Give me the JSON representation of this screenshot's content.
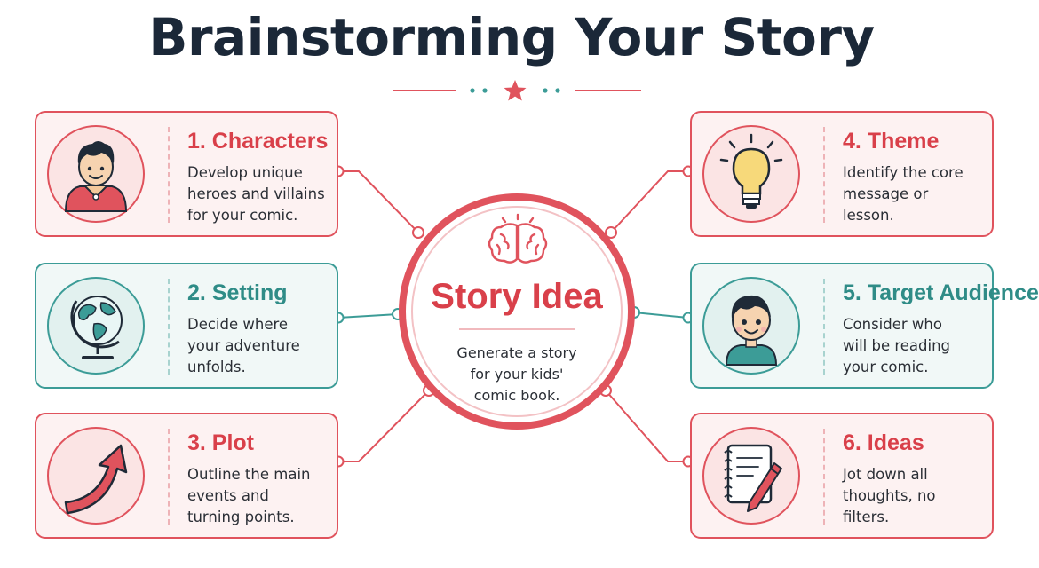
{
  "title": "Brainstorming Your Story",
  "colors": {
    "red": "#e0535d",
    "teal": "#3c9c97",
    "dark": "#1b2838"
  },
  "center": {
    "title": "Story Idea",
    "description": [
      "Generate a story",
      "for your kids'",
      "comic book."
    ],
    "icon": "brain-icon"
  },
  "cards": [
    {
      "id": "characters",
      "title": "1. Characters",
      "description": [
        "Develop unique",
        "heroes and villains",
        "for your comic."
      ],
      "icon": "hero-boy-icon",
      "color": "red"
    },
    {
      "id": "setting",
      "title": "2. Setting",
      "description": [
        "Decide where",
        "your adventure",
        "unfolds."
      ],
      "icon": "globe-icon",
      "color": "teal"
    },
    {
      "id": "plot",
      "title": "3. Plot",
      "description": [
        "Outline the main",
        "events and",
        "turning points."
      ],
      "icon": "arrow-up-curve-icon",
      "color": "red"
    },
    {
      "id": "theme",
      "title": "4. Theme",
      "description": [
        "Identify the core",
        "message or",
        "lesson."
      ],
      "icon": "lightbulb-icon",
      "color": "red"
    },
    {
      "id": "audience",
      "title": "5. Target Audience",
      "description": [
        "Consider who",
        "will be reading",
        "your comic."
      ],
      "icon": "child-face-icon",
      "color": "teal"
    },
    {
      "id": "ideas",
      "title": "6. Ideas",
      "description": [
        "Jot down all",
        "thoughts, no",
        "filters."
      ],
      "icon": "notebook-pencil-icon",
      "color": "red"
    }
  ]
}
